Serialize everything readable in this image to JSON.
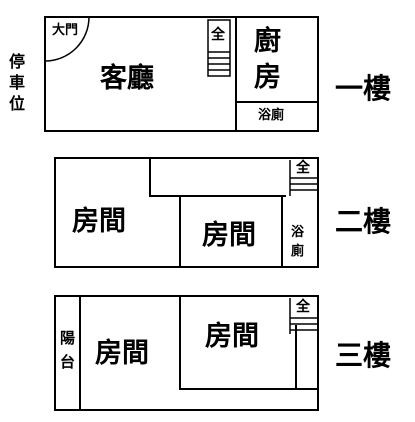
{
  "labels": {
    "parking": [
      "停",
      "車",
      "位"
    ],
    "floor1": "一樓",
    "floor2": "二樓",
    "floor3": "三樓",
    "door": "大門",
    "living_room": "客廳",
    "kitchen": [
      "廚",
      "房"
    ],
    "bath1": "浴廁",
    "bath2": [
      "浴",
      "廁"
    ],
    "room2_left": "房間",
    "room2_right": "房間",
    "balcony": [
      "陽",
      "台"
    ],
    "room3_left": "房間",
    "room3_right": "房間",
    "stair_symbol": "全"
  }
}
